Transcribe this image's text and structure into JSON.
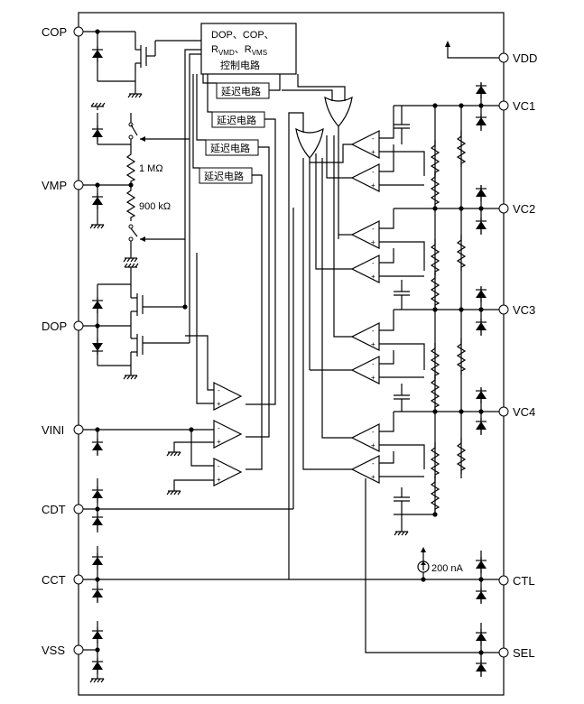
{
  "pins_left": {
    "cop": "COP",
    "vmp": "VMP",
    "dop": "DOP",
    "vini": "VINI",
    "cdt": "CDT",
    "cct": "CCT",
    "vss": "VSS"
  },
  "pins_right": {
    "vdd": "VDD",
    "vc1": "VC1",
    "vc2": "VC2",
    "vc3": "VC3",
    "vc4": "VC4",
    "ctl": "CTL",
    "sel": "SEL"
  },
  "control_block": {
    "line1": "DOP、COP、",
    "line2_r": "R",
    "line2_sub1": "VMD",
    "line2_sep": "、R",
    "line2_sub2": "VMS",
    "line3": "控制电路"
  },
  "delay_label": "延迟电路",
  "resistors": {
    "r_1m": "1 MΩ",
    "r_900k": "900 kΩ"
  },
  "current_source": "200 nA"
}
